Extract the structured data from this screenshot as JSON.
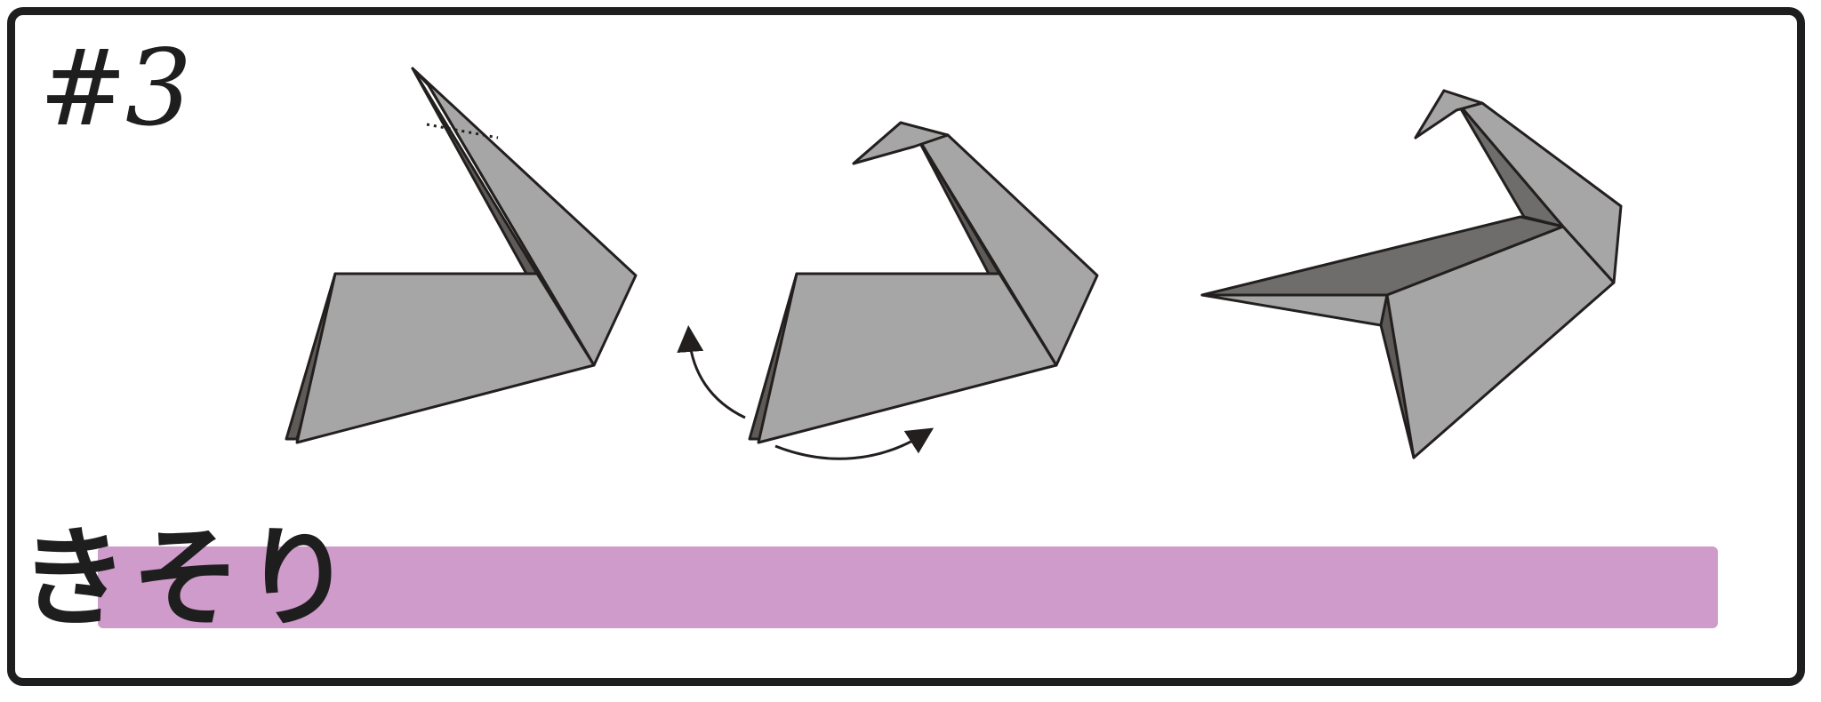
{
  "step": {
    "number": "#3"
  },
  "title": {
    "text": "きそり"
  },
  "colors": {
    "border": "#1e1e1e",
    "paper_front": "#a7a6a6",
    "paper_back": "#6e6d6c",
    "paper_edge": "#5e5a57",
    "highlight_bar": "#cf9bca",
    "stroke": "#231f1f"
  },
  "figures": [
    {
      "name": "pre-fold-model",
      "icon": "origami-bird-unfolded"
    },
    {
      "name": "head-folded-model",
      "icon": "origami-bird-head-fold"
    },
    {
      "name": "finished-model",
      "icon": "origami-bird-finished"
    }
  ],
  "annotations": [
    {
      "name": "fold-line",
      "icon": "dotted-fold-line"
    },
    {
      "name": "rotate-arrow-up",
      "icon": "curved-arrow-up"
    },
    {
      "name": "rotate-arrow-right",
      "icon": "curved-arrow-right"
    }
  ]
}
